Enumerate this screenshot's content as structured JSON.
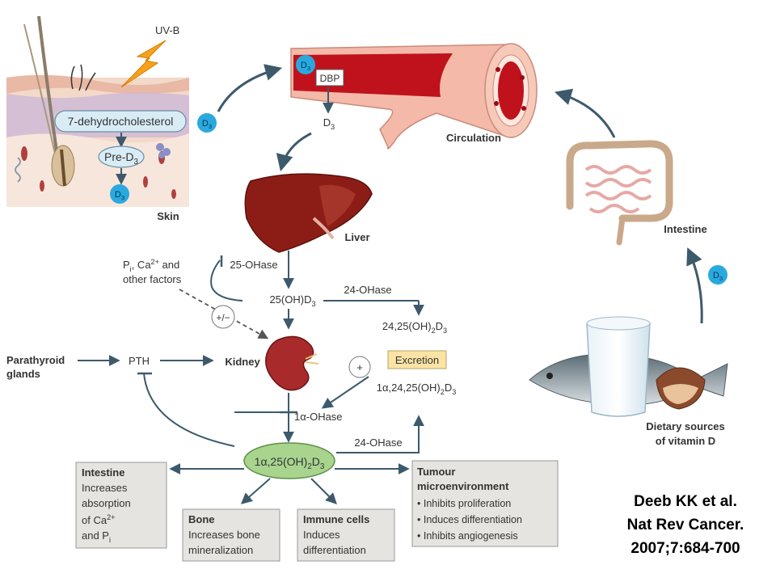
{
  "skin": {
    "uv_label": "UV-B",
    "dehydro_label": "7-dehydrocholesterol",
    "pre_label": "Pre-D",
    "pre_sub": "3",
    "d3_label": "D",
    "d3_sub": "3",
    "title": "Skin"
  },
  "circulation": {
    "dbp_label": "DBP",
    "title": "Circulation",
    "d3_label": "D",
    "d3_sub": "3"
  },
  "liver": {
    "title": "Liver",
    "enzyme": "25-OHase",
    "product": "25(OH)D",
    "product_sub": "3"
  },
  "regulators": {
    "line1_a": "P",
    "line1_sub": "i",
    "line1_b": ", Ca",
    "line1_sup": "2+",
    "line1_c": " and",
    "line2": "other factors",
    "plusminus": "+/−"
  },
  "kidney": {
    "title": "Kidney",
    "enzyme_prefix": "1",
    "enzyme_alpha": "α",
    "enzyme_suffix": "-OHase"
  },
  "parathyroid": {
    "line1": "Parathyroid",
    "line2": "glands",
    "pth": "PTH"
  },
  "catabolism": {
    "enzyme_upper": "24-OHase",
    "product1_a": "24,25(OH)",
    "product1_sub1": "2",
    "product1_b": "D",
    "product1_sub2": "3",
    "plus": "+",
    "excretion": "Excretion",
    "product2_a": "1",
    "product2_alpha": "α",
    "product2_b": ",24,25(OH)",
    "product2_sub1": "2",
    "product2_c": "D",
    "product2_sub2": "3",
    "enzyme_lower": "24-OHase"
  },
  "active": {
    "prefix": "1",
    "alpha": "α",
    "mid": ",25(OH)",
    "sub1": "2",
    "d": "D",
    "sub2": "3"
  },
  "targets": {
    "intestine": {
      "title": "Intestine",
      "l1": "Increases",
      "l2": "absorption",
      "l3_a": "of Ca",
      "l3_sup": "2+",
      "l4_a": "and P",
      "l4_sub": "i"
    },
    "bone": {
      "title": "Bone",
      "l1": "Increases bone",
      "l2": "mineralization"
    },
    "immune": {
      "title": "Immune cells",
      "l1": "Induces",
      "l2": "differentiation"
    },
    "tumour": {
      "title1": "Tumour",
      "title2": "microenvironment",
      "items": [
        "• Inhibits proliferation",
        "• Induces differentiation",
        "• Inhibits angiogenesis"
      ]
    }
  },
  "diet": {
    "intestine_title": "Intestine",
    "d3_label": "D",
    "d3_sub": "3",
    "sources_l1": "Dietary sources",
    "sources_l2": "of vitamin D"
  },
  "citation": {
    "line1": "Deeb KK et al.",
    "line2": "Nat Rev Cancer.",
    "line3": "2007;7:684-700"
  },
  "colors": {
    "arrow": "#3d5a6c",
    "badge": "#2aa9df",
    "vitamin_box": "#d9ecf5",
    "active_box": "#a8d48e",
    "target_box": "#e6e4e0",
    "excretion_box": "#fbe3a6",
    "blood": "#c0121c",
    "liver": "#8c1d16",
    "kidney": "#a82a2a"
  }
}
